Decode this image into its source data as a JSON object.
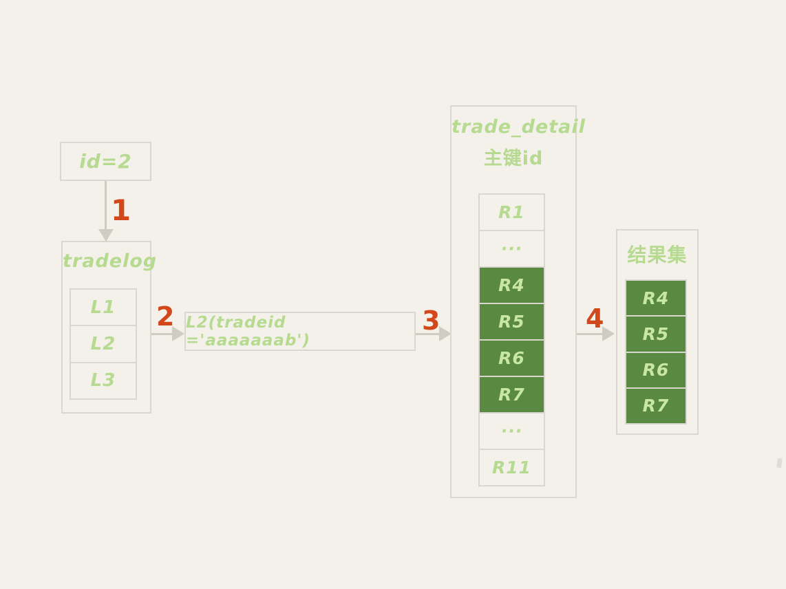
{
  "colors": {
    "background": "#f4f1ea",
    "box_border": "#d9d7cf",
    "arrow_gray": "#cfccc4",
    "handwriting_green": "#b6da90",
    "highlight_green_fill": "#5a8a41",
    "highlight_green_text": "#c8e6a6",
    "step_orange": "#d3481b"
  },
  "query_box": {
    "label": "id=2"
  },
  "tradelog": {
    "title": "tradelog",
    "rows": [
      {
        "label": "L1"
      },
      {
        "label": "L2"
      },
      {
        "label": "L3"
      }
    ]
  },
  "condition_box": {
    "label": "L2(tradeid ='aaaaaaab')"
  },
  "trade_detail": {
    "title": "trade_detail",
    "subtitle": "主键id",
    "rows": [
      {
        "label": "R1",
        "highlighted": false
      },
      {
        "label": "···",
        "highlighted": false
      },
      {
        "label": "R4",
        "highlighted": true
      },
      {
        "label": "R5",
        "highlighted": true
      },
      {
        "label": "R6",
        "highlighted": true
      },
      {
        "label": "R7",
        "highlighted": true
      },
      {
        "label": "···",
        "highlighted": false
      },
      {
        "label": "R11",
        "highlighted": false
      }
    ]
  },
  "result_set": {
    "title": "结果集",
    "rows": [
      {
        "label": "R4"
      },
      {
        "label": "R5"
      },
      {
        "label": "R6"
      },
      {
        "label": "R7"
      }
    ]
  },
  "arrows": {
    "step1": "1",
    "step2": "2",
    "step3": "3",
    "step4": "4"
  }
}
